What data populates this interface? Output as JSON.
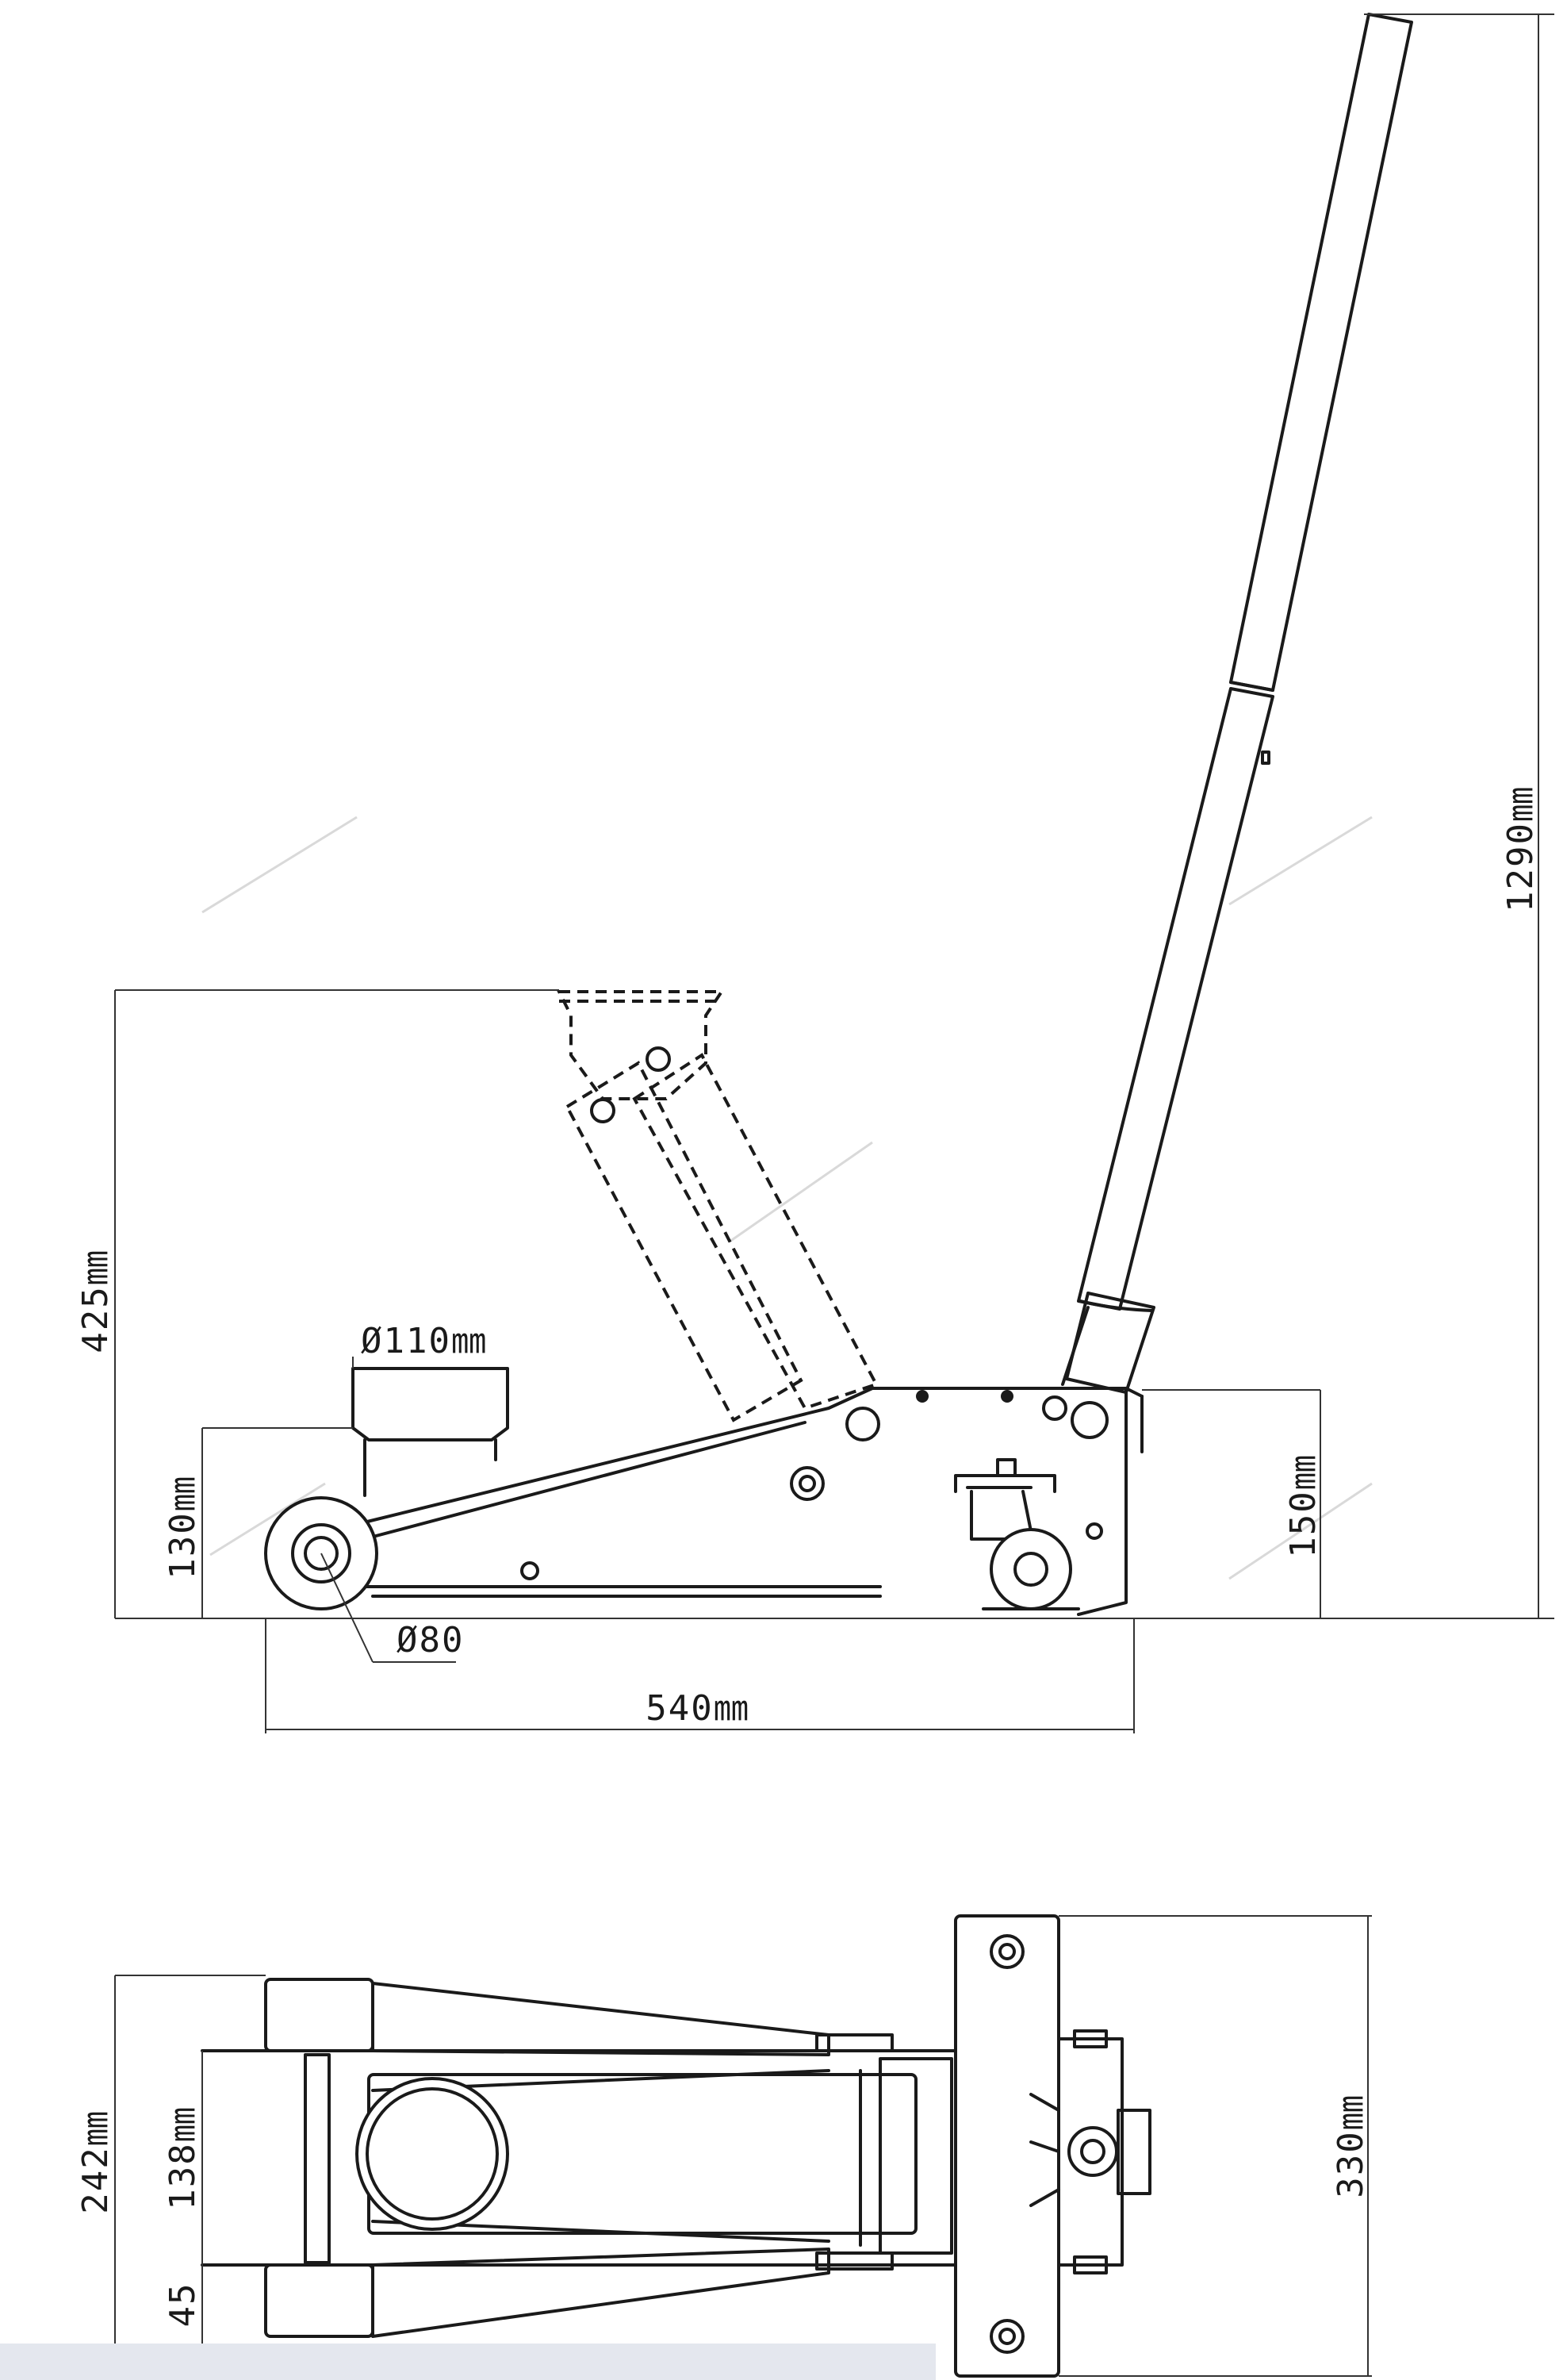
{
  "dimensions": {
    "handle_height": "1290㎜",
    "max_height": "425㎜",
    "saddle_diameter": "Ø110㎜",
    "min_height": "130㎜",
    "front_wheel": "Ø80",
    "frame_height": "150㎜",
    "length": "540㎜",
    "frame_width": "242㎜",
    "inner_width": "138㎜",
    "wheel_offset": "45",
    "overall_width": "330㎜"
  },
  "colors": {
    "line": "#1a1a1a",
    "background": "#ffffff",
    "bottom_strip": "#e4e7ee"
  }
}
